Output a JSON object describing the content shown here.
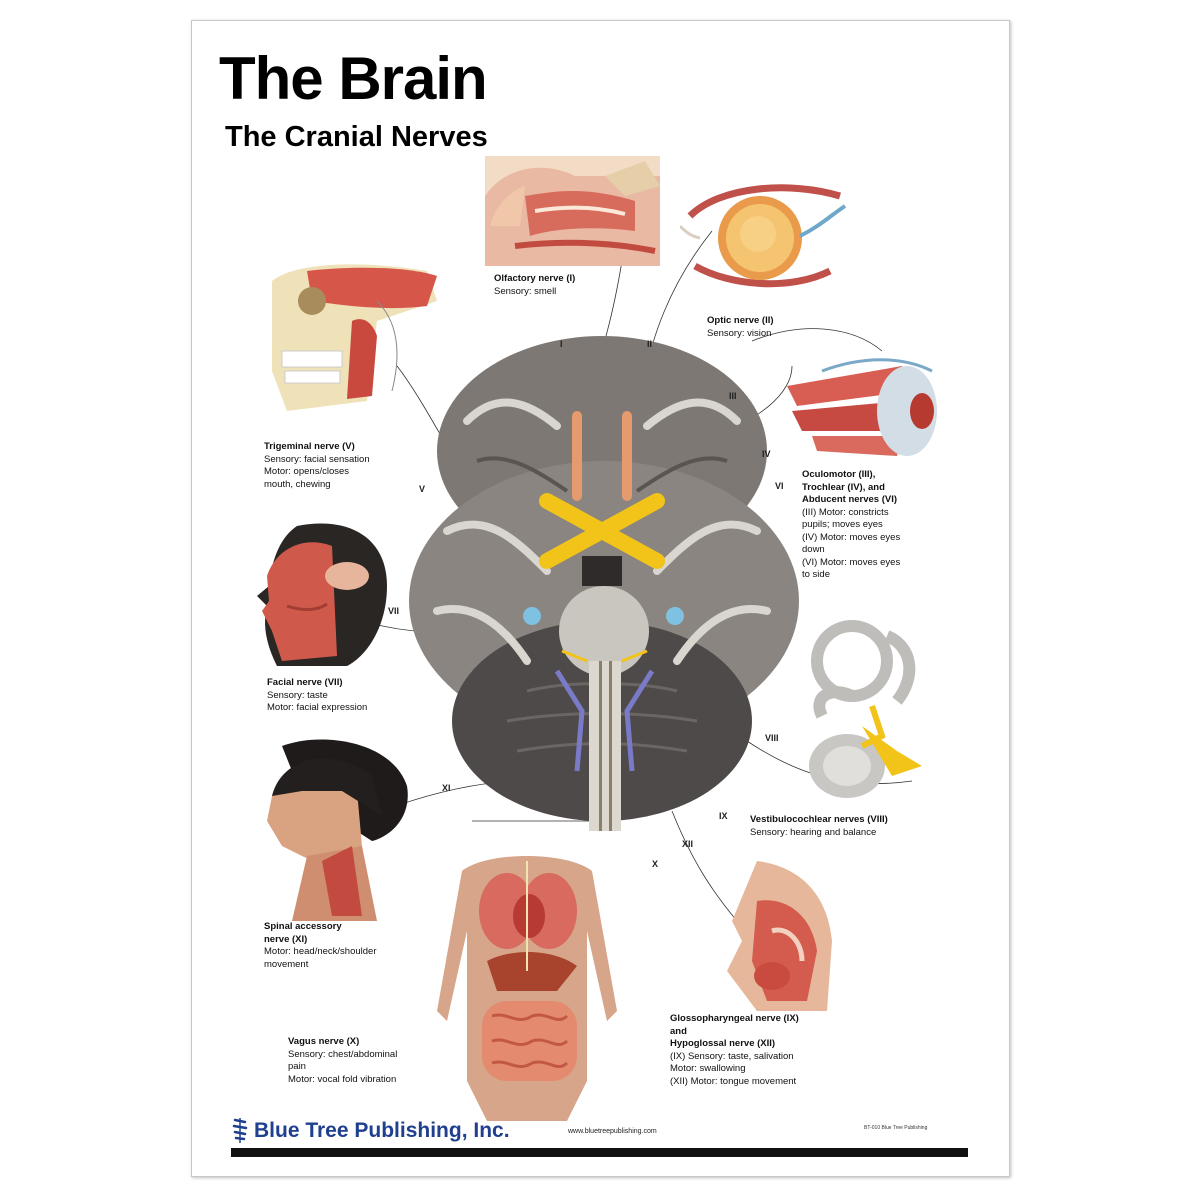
{
  "poster": {
    "title": "The Brain",
    "subtitle": "The Cranial Nerves"
  },
  "nerves": {
    "olfactory": {
      "name": "Olfactory nerve (I)",
      "lines": [
        "Sensory: smell"
      ]
    },
    "optic": {
      "name": "Optic nerve (II)",
      "lines": [
        "Sensory: vision"
      ]
    },
    "trigeminal": {
      "name": "Trigeminal nerve (V)",
      "lines": [
        "Sensory: facial sensation",
        "Motor: opens/closes",
        "mouth, chewing"
      ]
    },
    "oculomotor": {
      "name": "Oculomotor (III),",
      "name2": "Trochlear (IV), and",
      "name3": "Abducent nerves (VI)",
      "lines": [
        "(III) Motor: constricts",
        "pupils; moves eyes",
        "(IV) Motor: moves eyes",
        "down",
        "(VI) Motor: moves eyes",
        "to side"
      ]
    },
    "facial": {
      "name": "Facial nerve (VII)",
      "lines": [
        "Sensory: taste",
        "Motor: facial expression"
      ]
    },
    "vestibulocochlear": {
      "name": "Vestibulocochlear nerves (VIII)",
      "lines": [
        "Sensory: hearing and balance"
      ]
    },
    "spinal_accessory": {
      "name": "Spinal accessory",
      "name2": "nerve (XI)",
      "lines": [
        "Motor: head/neck/shoulder",
        "movement"
      ]
    },
    "vagus": {
      "name": "Vagus nerve (X)",
      "lines": [
        "Sensory: chest/abdominal",
        "pain",
        "Motor: vocal fold vibration"
      ]
    },
    "glossopharyngeal": {
      "name": "Glossopharyngeal nerve (IX)",
      "name2": "and",
      "name3": "Hypoglossal nerve (XII)",
      "lines": [
        "(IX) Sensory: taste, salivation",
        "Motor: swallowing",
        "(XII) Motor: tongue movement"
      ]
    }
  },
  "numerals": {
    "n1": "I",
    "n2": "II",
    "n3": "III",
    "n4": "IV",
    "n5": "V",
    "n6": "VI",
    "n7": "VII",
    "n8": "VIII",
    "n9": "IX",
    "n10": "X",
    "n11": "XI",
    "n12": "XII"
  },
  "footer": {
    "brand": "Blue Tree Publishing, Inc.",
    "url": "www.bluetreepublishing.com",
    "copyright": "BT-010 Blue Tree Publishing"
  },
  "colors": {
    "brand_blue": "#1f3f8f",
    "muscle_red": "#c8504a",
    "brain_gray": "#8a8580",
    "nerve_yellow": "#f2c318"
  }
}
